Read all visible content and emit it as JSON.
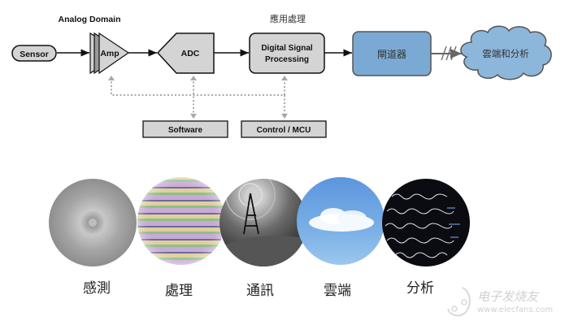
{
  "diagram": {
    "analog_domain_label": "Analog Domain",
    "app_processing_label": "應用處理",
    "blocks": {
      "sensor": "Sensor",
      "amp": "Amp",
      "adc": "ADC",
      "dsp_line1": "Digital Signal",
      "dsp_line2": "Processing",
      "gateway": "閘道器",
      "cloud": "雲端和分析",
      "software": "Software",
      "control": "Control / MCU"
    },
    "colors": {
      "block_gray": "#d4d4d4",
      "gateway_blue": "#7aaad3",
      "cloud_blue": "#8db6db",
      "dotted": "#a8a8a8"
    }
  },
  "stages": [
    {
      "label": "感測",
      "icon": "sensor-chip-image"
    },
    {
      "label": "處理",
      "icon": "processor-die-image"
    },
    {
      "label": "通訊",
      "icon": "antenna-tower-image"
    },
    {
      "label": "雲端",
      "icon": "cloud-sky-image"
    },
    {
      "label": "分析",
      "icon": "math-formulas-image"
    }
  ],
  "watermark": {
    "text": "电子发烧友",
    "url": "www.elecfans.com"
  }
}
